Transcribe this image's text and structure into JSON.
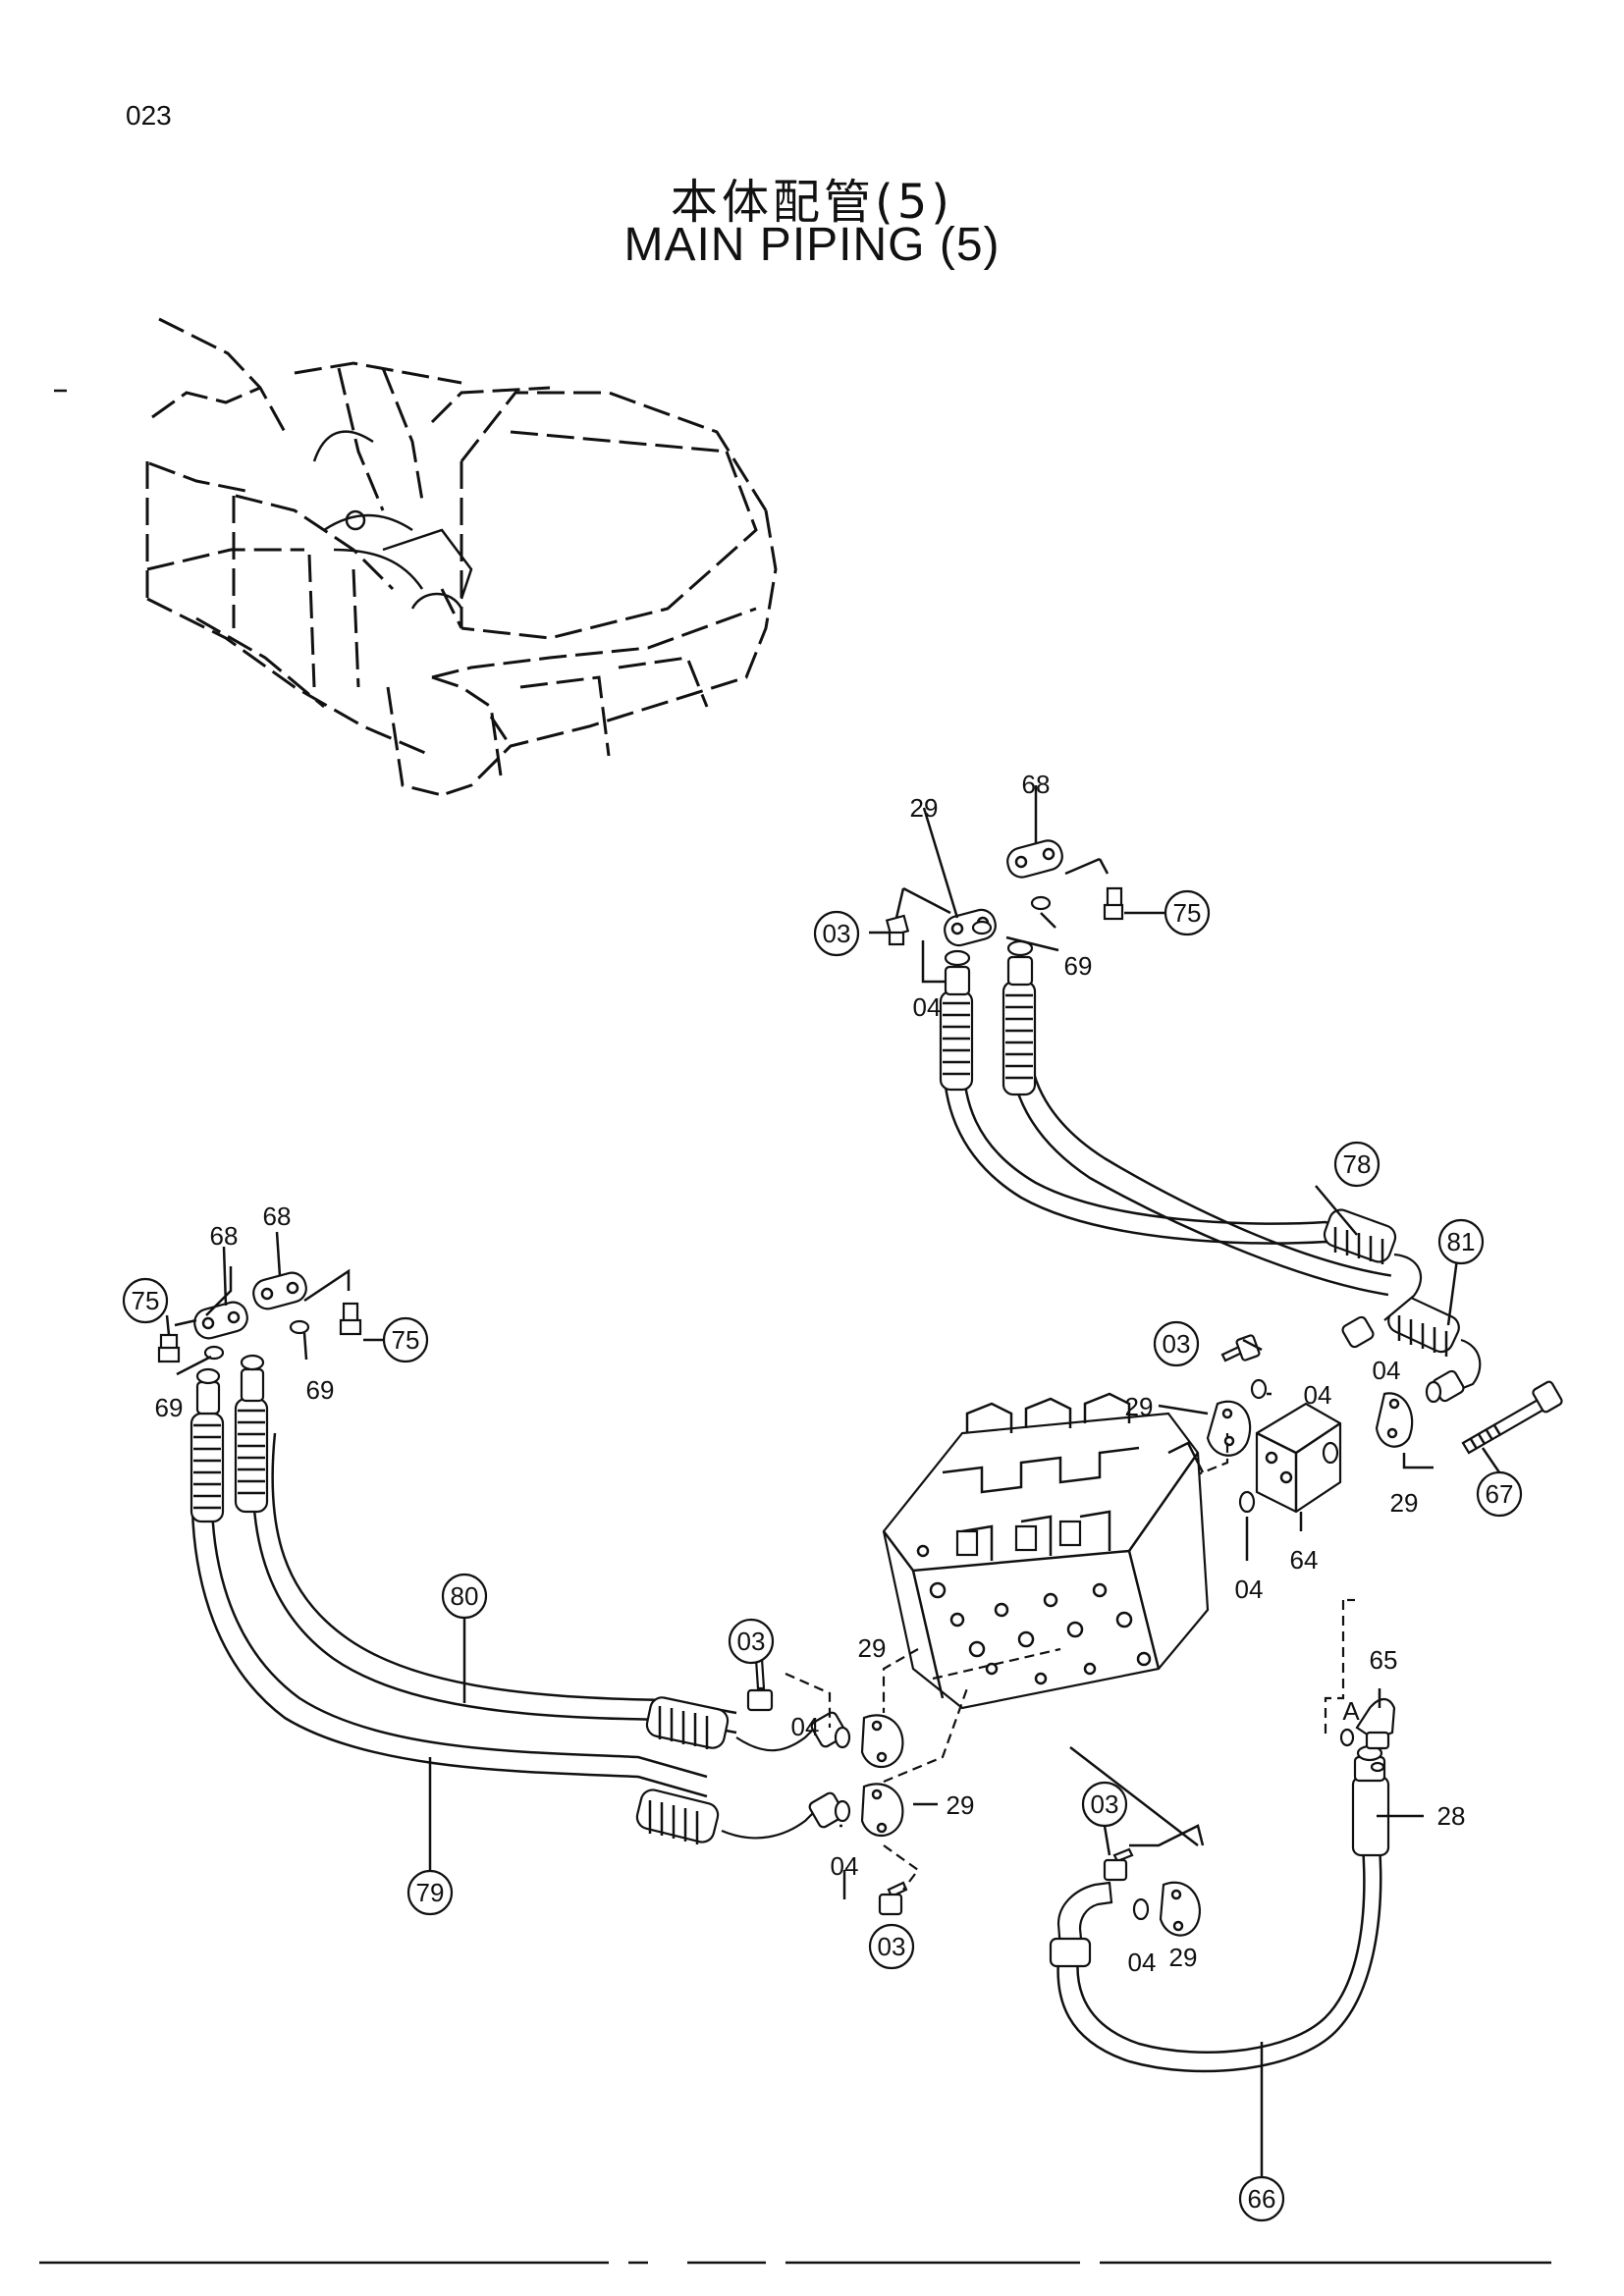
{
  "page_number": "023",
  "title_ja": "本体配管(5)",
  "title_en": "MAIN   PIPING (5)",
  "callouts": {
    "c03a": "03",
    "c03b": "03",
    "c03c": "03",
    "c03d": "03",
    "c03e": "03",
    "c04a": "04",
    "c04b": "04",
    "c04c": "04",
    "c04d": "04",
    "c04e": "04",
    "c28": "28",
    "c29a": "29",
    "c29b": "29",
    "c29c": "29",
    "c29d": "29",
    "c29e": "29",
    "c29f": "29",
    "c64": "64",
    "c65": "65",
    "c66": "66",
    "c67": "67",
    "c68a": "68",
    "c68b": "68",
    "c68c": "68",
    "c69a": "69",
    "c69b": "69",
    "c69c": "69",
    "c75a": "75",
    "c75b": "75",
    "c75c": "75",
    "c78": "78",
    "c79": "79",
    "c80": "80",
    "c81": "81",
    "cA": "A"
  }
}
